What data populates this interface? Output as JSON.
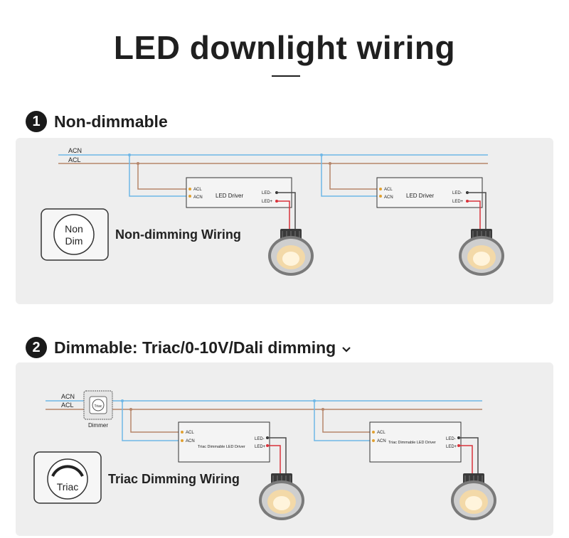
{
  "header": {
    "title": "LED downlight wiring"
  },
  "section1": {
    "number": "1",
    "heading": "Non-dimmable",
    "badge": {
      "line1": "Non",
      "line2": "Dim"
    },
    "caption": "Non-dimming Wiring",
    "wires": {
      "neutral": "ACN",
      "live": "ACL"
    },
    "driver": {
      "title": "LED Driver",
      "in_acl": "ACL",
      "in_acn": "ACN",
      "out_neg": "LED-",
      "out_pos": "LED+"
    }
  },
  "section2": {
    "number": "2",
    "heading": "Dimmable: Triac/0-10V/Dali dimming",
    "badge": {
      "text": "Triac"
    },
    "dimmer_label": "Dimmer",
    "dimmer_icon_text": "Triac",
    "caption": "Triac Dimming Wiring",
    "wires": {
      "neutral": "ACN",
      "live": "ACL"
    },
    "driver": {
      "title": "Triac Dimmable LED Driver",
      "in_acl": "ACL",
      "in_acn": "ACN",
      "out_neg": "LED-",
      "out_pos": "LED+"
    }
  },
  "colors": {
    "neutral": "#6fb7e6",
    "live": "#b5856a",
    "led_pos": "#d8323a",
    "led_neg": "#4a4a4a",
    "panel": "#eeeeee"
  }
}
